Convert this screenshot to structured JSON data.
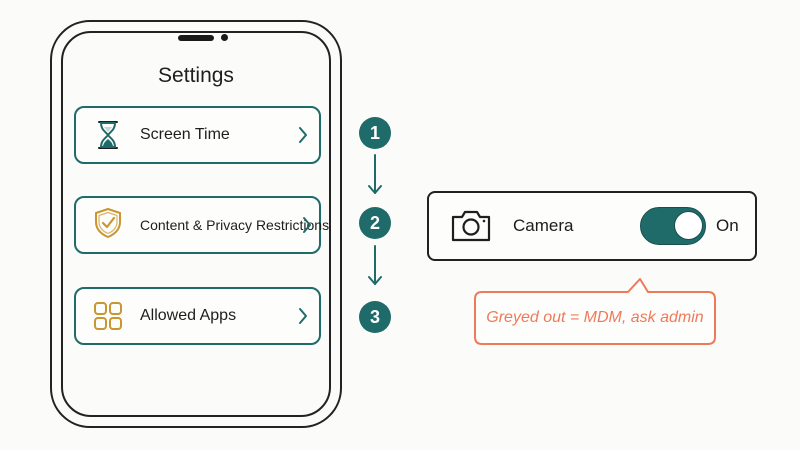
{
  "settings": {
    "title": "Settings",
    "items": [
      {
        "label": "Screen Time",
        "icon": "hourglass-icon"
      },
      {
        "label": "Content & Privacy Restrictions",
        "icon": "shield-check-icon"
      },
      {
        "label": "Allowed Apps",
        "icon": "app-grid-icon"
      }
    ]
  },
  "steps": [
    "1",
    "2",
    "3"
  ],
  "camera": {
    "label": "Camera",
    "icon": "camera-icon",
    "toggle_state": "On"
  },
  "callout": {
    "text": "Greyed out = MDM, ask admin"
  },
  "colors": {
    "accent": "#1f6b6a",
    "gold": "#c9962f",
    "callout": "#ef7a59",
    "outline": "#222222"
  }
}
